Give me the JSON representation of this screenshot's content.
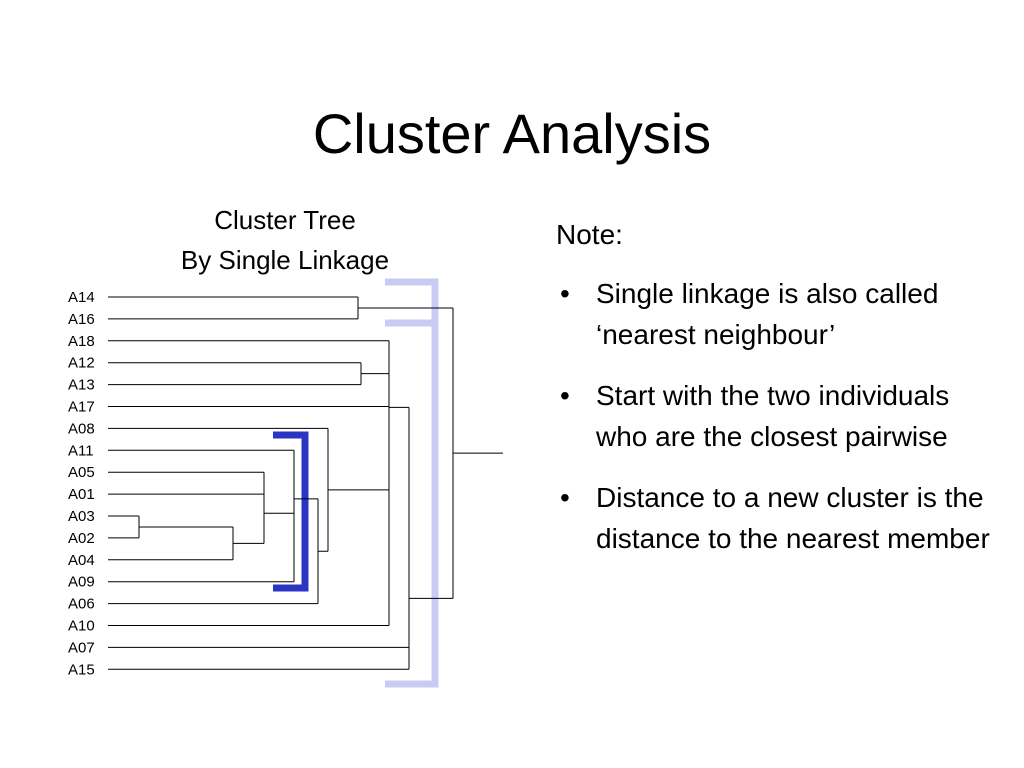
{
  "slide": {
    "title": "Cluster Analysis"
  },
  "tree": {
    "title_line1": "Cluster Tree",
    "title_line2": "By Single Linkage",
    "leaves": [
      "A14",
      "A16",
      "A18",
      "A12",
      "A13",
      "A17",
      "A08",
      "A11",
      "A05",
      "A01",
      "A03",
      "A02",
      "A04",
      "A09",
      "A06",
      "A10",
      "A07",
      "A15"
    ],
    "colors": {
      "inner_bracket": "#2b35c4",
      "outer_bracket": "#c8ccf2",
      "lines": "#000000"
    }
  },
  "notes": {
    "heading": "Note:",
    "bullet": "•",
    "items": [
      "Single linkage is also called ‘nearest neighbour’",
      "Start with the two individuals who are the closest pairwise",
      "Distance to a new cluster is the distance to the nearest member"
    ]
  }
}
